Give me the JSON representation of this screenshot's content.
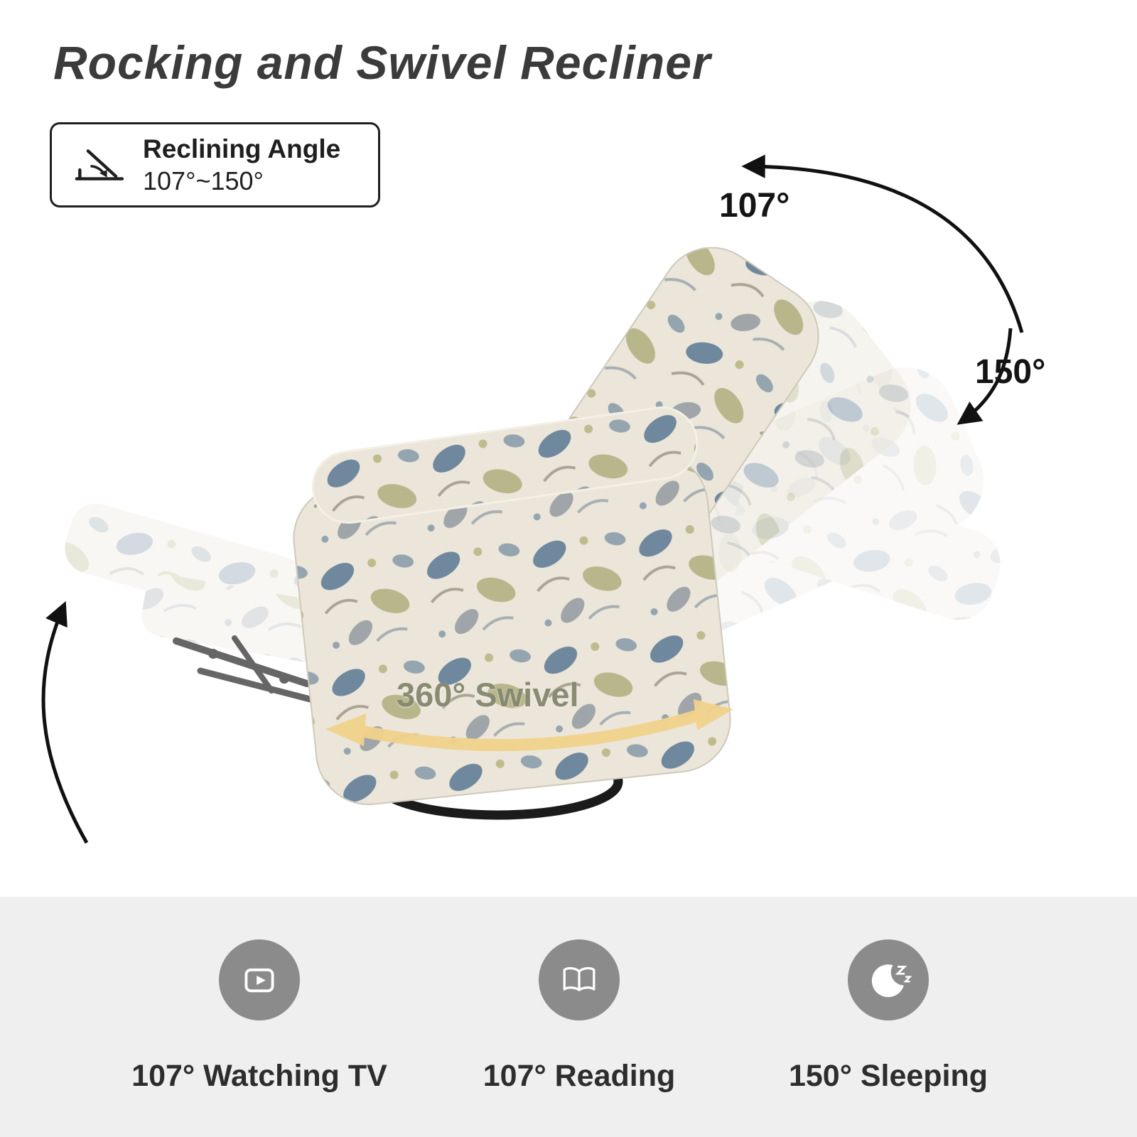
{
  "title": "Rocking and Swivel Recliner",
  "recline_box": {
    "line1": "Reclining Angle",
    "line2": "107°~150°"
  },
  "annotations": {
    "angle_107": "107°",
    "angle_150": "150°",
    "swivel": "360° Swivel"
  },
  "features": [
    {
      "icon": "tv-play-icon",
      "label": "107° Watching TV"
    },
    {
      "icon": "book-icon",
      "label": "107° Reading"
    },
    {
      "icon": "moon-sleep-icon",
      "label": "150° Sleeping"
    }
  ],
  "colors": {
    "title_text": "#3b3b3b",
    "body_text": "#1f1f1f",
    "feature_band": "#efeff0",
    "feature_icon_gray": "#8b8b8b",
    "swivel_arrow_yellow": "#f1d28c",
    "swivel_text": "#85876f",
    "floral_blue": "#50708e",
    "floral_olive": "#a6a771",
    "fabric_beige": "#ebe6d9"
  }
}
